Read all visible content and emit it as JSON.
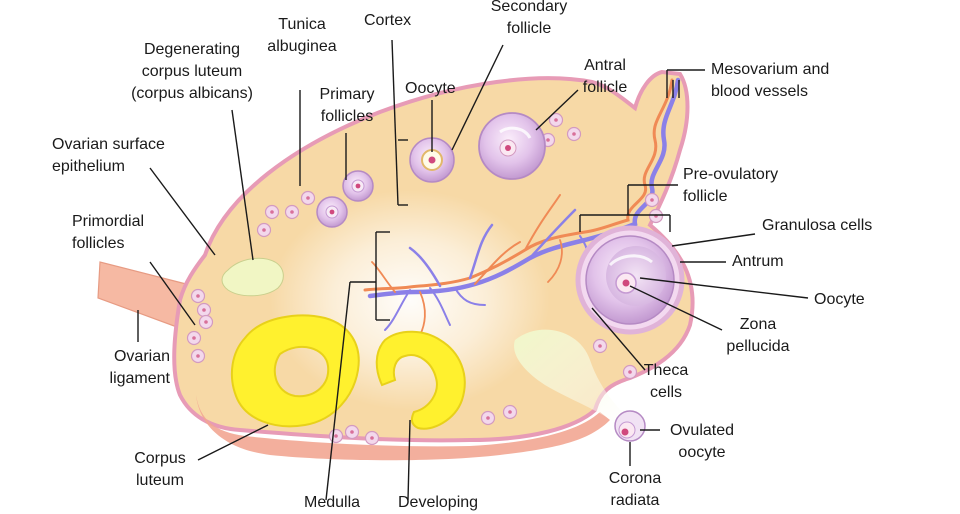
{
  "labels": {
    "cortex": "Cortex",
    "secondary_follicle": "Secondary\nfollicle",
    "tunica_albuginea": "Tunica\nalbuginea",
    "degenerating_corpus_luteum": "Degenerating\ncorpus luteum\n(corpus albicans)",
    "primary_follicles": "Primary\nfollicles",
    "oocyte_top": "Oocyte",
    "antral_follicle": "Antral\nfollicle",
    "mesovarium": "Mesovarium and\nblood vessels",
    "ovarian_surface_epithelium": "Ovarian surface\nepithelium",
    "pre_ovulatory_follicle": "Pre-ovulatory\nfollicle",
    "primordial_follicles": "Primordial\nfollicles",
    "granulosa_cells": "Granulosa cells",
    "antrum": "Antrum",
    "oocyte_right": "Oocyte",
    "ovarian_ligament": "Ovarian\nligament",
    "zona_pellucida": "Zona\npellucida",
    "theca_cells": "Theca\ncells",
    "ovulated_oocyte": "Ovulated\noocyte",
    "corpus_luteum": "Corpus\nluteum",
    "corona_radiata": "Corona\nradiata",
    "medulla": "Medulla",
    "developing": "Developing"
  },
  "colors": {
    "ovary_fill": "#f7d9a6",
    "ovary_edge": "#e79bb6",
    "ligament": "#f6b9a3",
    "follicle": "#d9b3e0",
    "follicle_edge": "#b58ac4",
    "corpus_luteum": "#fff12e",
    "vein": "#8b80e8",
    "artery": "#f08a55",
    "line": "#1a1a1a"
  }
}
